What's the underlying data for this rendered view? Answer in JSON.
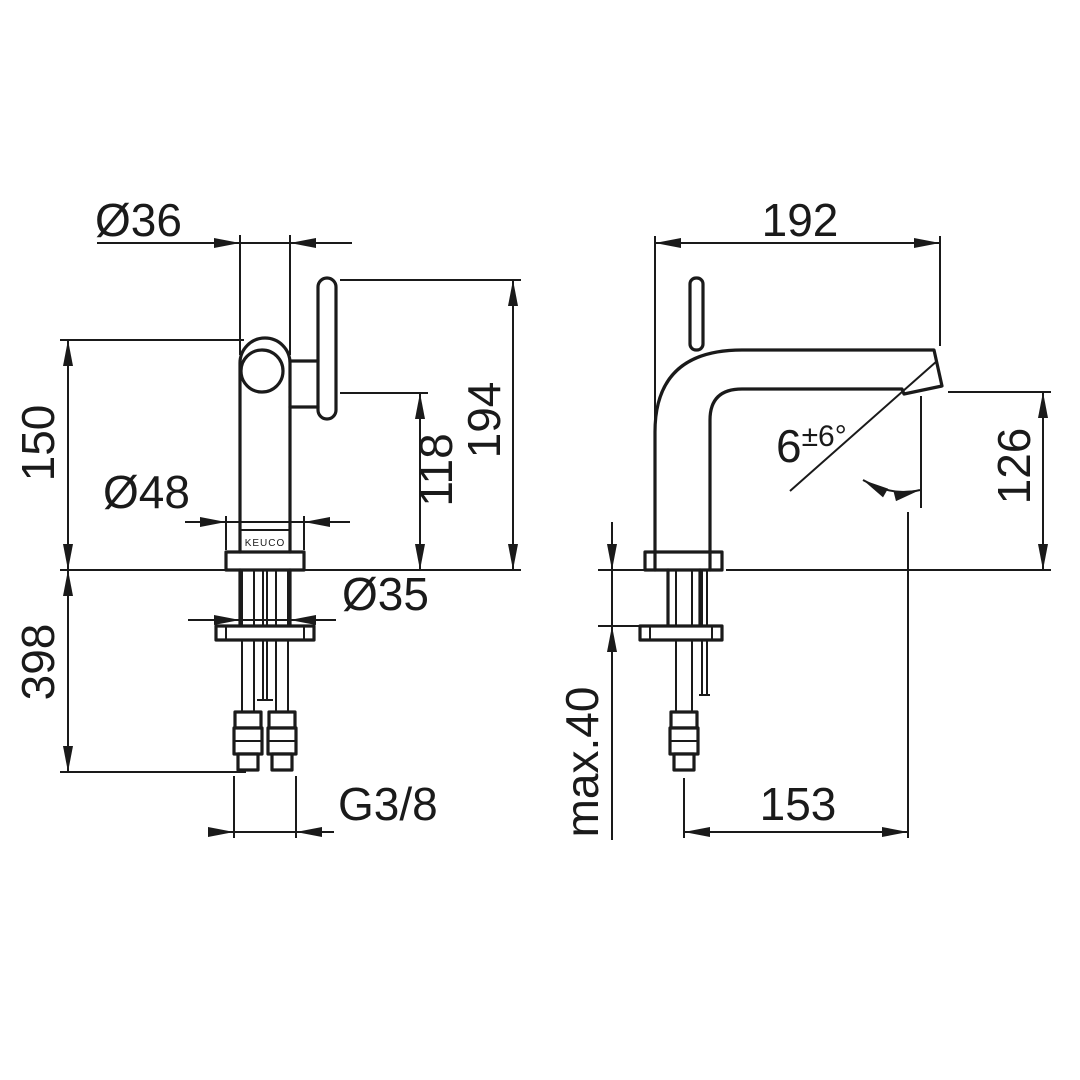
{
  "drawing": {
    "brand_label": "KEUCO",
    "front_view": {
      "top_diameter": "Ø36",
      "pivot_height": "150",
      "base_diameter": "Ø48",
      "spout_height": "118",
      "overall_height": "194",
      "shank_diameter": "Ø35",
      "below_deck_length": "398",
      "thread_size": "G3/8"
    },
    "side_view": {
      "reach_overall": "192",
      "angle": "6",
      "angle_tolerance": "±6°",
      "outlet_height": "126",
      "deck_thickness": "max.40",
      "reach_to_outlet": "153"
    }
  }
}
